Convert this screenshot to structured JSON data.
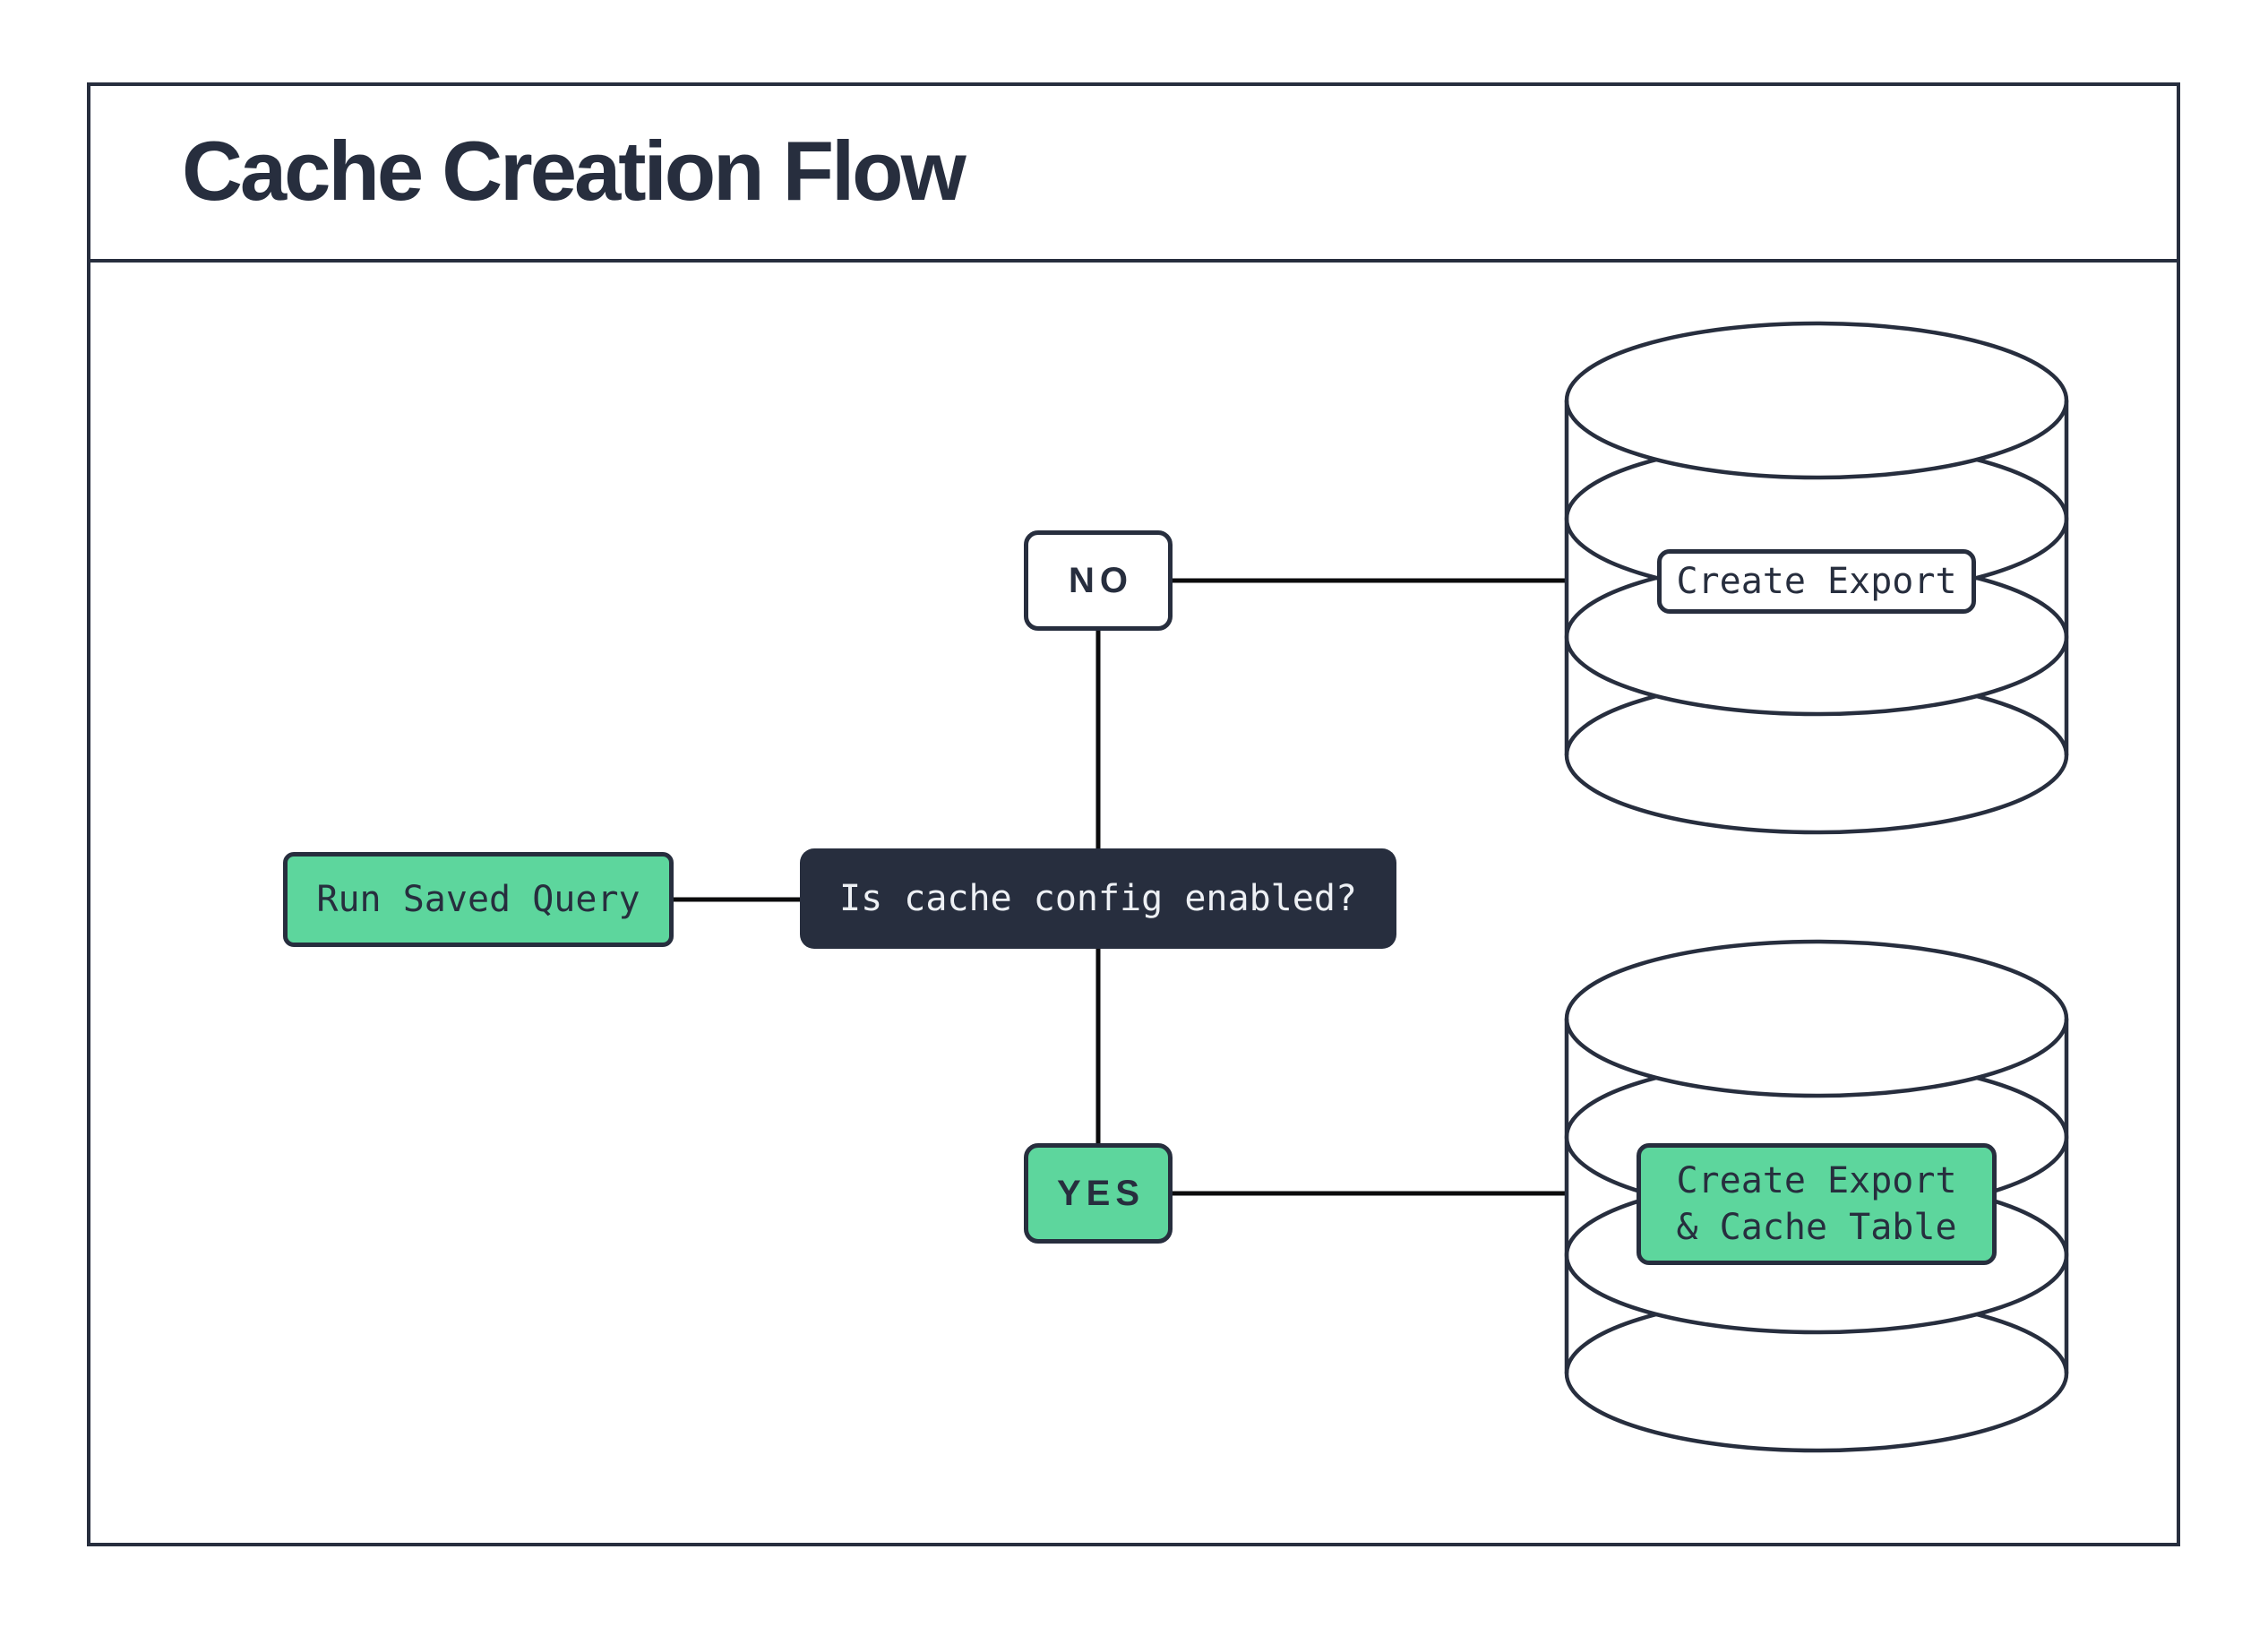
{
  "diagram": {
    "title": "Cache Creation Flow",
    "nodes": {
      "start": "Run Saved Query",
      "decision": "Is cache config enabled?",
      "branch_no": "NO",
      "branch_yes": "YES",
      "result_no": "Create Export",
      "result_yes_line1": "Create Export",
      "result_yes_line2": "& Cache Table"
    },
    "icons": {
      "top": "database-icon",
      "bottom": "database-icon"
    },
    "colors": {
      "accent_green": "#5dd69d",
      "dark_navy": "#272e3e",
      "connector_black": "#0b0b0c",
      "light_text": "#edf0f4",
      "background": "#ffffff"
    }
  }
}
